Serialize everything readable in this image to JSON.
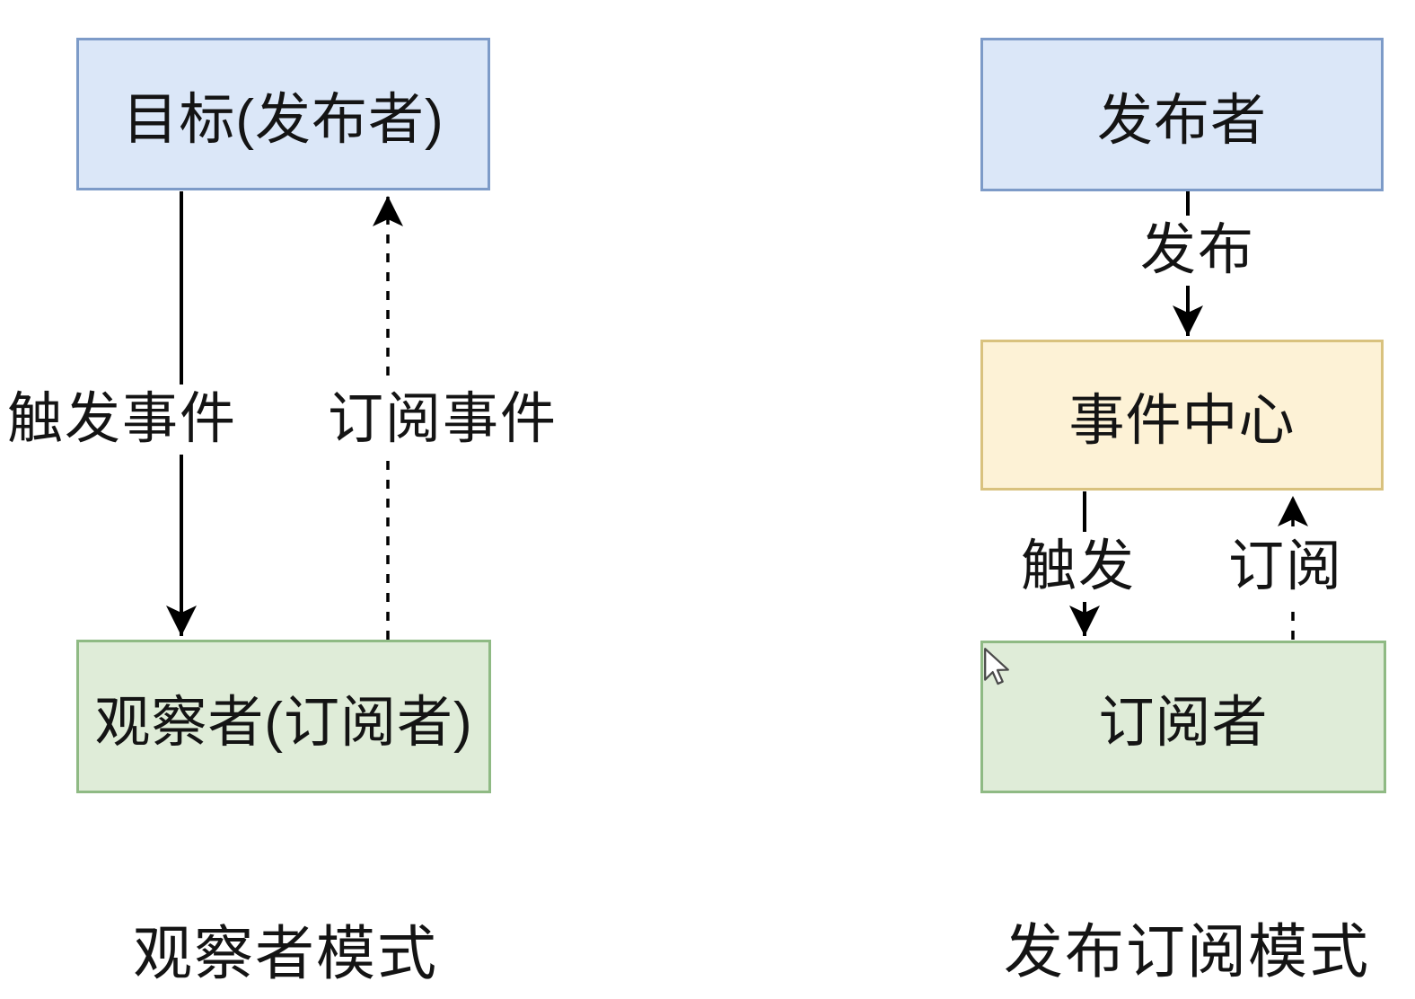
{
  "colors": {
    "background": "#ffffff",
    "line": "#000000",
    "text": "#141414",
    "node_blue_fill": "#dbe7f8",
    "node_blue_stroke": "#7d9bc8",
    "node_yellow_fill": "#fdf2d6",
    "node_yellow_stroke": "#d9c27e",
    "node_green_fill": "#dfecd8",
    "node_green_stroke": "#8fba84"
  },
  "observer_diagram": {
    "caption": "观察者模式",
    "nodes": {
      "target": {
        "label": "目标(发布者)",
        "color": "blue"
      },
      "observer": {
        "label": "观察者(订阅者)",
        "color": "green"
      }
    },
    "edges": {
      "trigger": {
        "label": "触发事件",
        "from": "target",
        "to": "observer",
        "line": "solid",
        "direction": "down"
      },
      "subscribe": {
        "label": "订阅事件",
        "from": "observer",
        "to": "target",
        "line": "dashed",
        "direction": "up"
      }
    }
  },
  "pubsub_diagram": {
    "caption": "发布订阅模式",
    "nodes": {
      "publisher": {
        "label": "发布者",
        "color": "blue"
      },
      "event_center": {
        "label": "事件中心",
        "color": "yellow"
      },
      "subscriber": {
        "label": "订阅者",
        "color": "green"
      }
    },
    "edges": {
      "publish": {
        "label": "发布",
        "from": "publisher",
        "to": "event_center",
        "line": "solid",
        "direction": "down"
      },
      "trigger": {
        "label": "触发",
        "from": "event_center",
        "to": "subscriber",
        "line": "solid",
        "direction": "down"
      },
      "subscribe": {
        "label": "订阅",
        "from": "subscriber",
        "to": "event_center",
        "line": "dashed",
        "direction": "up"
      }
    }
  },
  "cursor": {
    "icon": "mouse-pointer"
  }
}
